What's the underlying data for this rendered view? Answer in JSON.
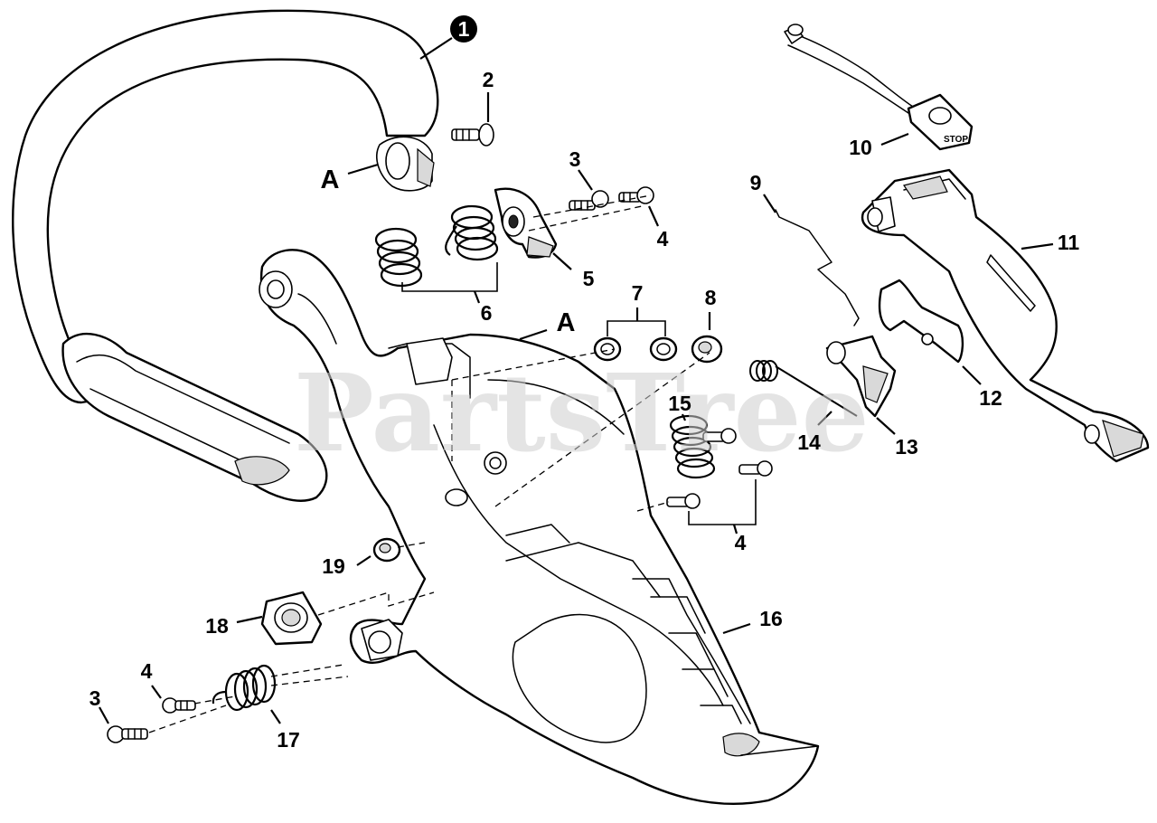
{
  "watermark": "PartsTree",
  "reference_markers": [
    "A",
    "A"
  ],
  "stop_label": "STOP",
  "callouts": {
    "c1": "1",
    "c2": "2",
    "c3a": "3",
    "c4a": "4",
    "c5": "5",
    "c6": "6",
    "c7": "7",
    "c8": "8",
    "c9": "9",
    "c10": "10",
    "c11": "11",
    "c12": "12",
    "c13": "13",
    "c14": "14",
    "c15": "15",
    "c4b": "4",
    "c16": "16",
    "c17": "17",
    "c18": "18",
    "c19": "19",
    "c4c": "4",
    "c3b": "3"
  },
  "colors": {
    "ink": "#000000",
    "watermark": "#cfcfcf",
    "badge": "#000000"
  }
}
